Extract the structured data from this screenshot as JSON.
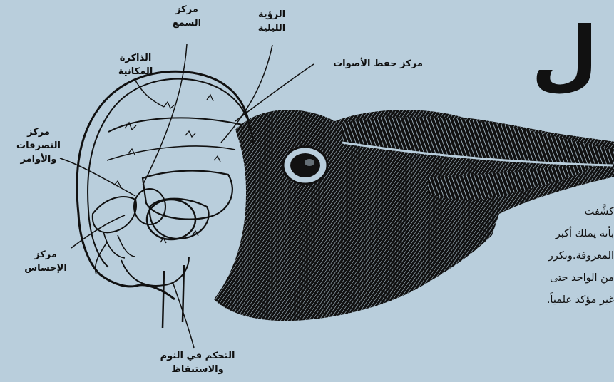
{
  "labels": {
    "hearing": "مركز\nالسمع",
    "night_vision": "الرؤية\nالليلية",
    "spatial_memory": "الذاكرة\nالمكانية",
    "sound_memory": "مركز حفظ الأصوات",
    "behavior": "مركز\nالتصرفات\nوالأوامر",
    "sensation": "مركز\nالإحساس",
    "sleep": "التحكم في النوم\nوالاستيقاظ"
  },
  "heading_fragment": "؟ ل",
  "body_lines": [
    "كشَّفت",
    "بأنه يملك أكبر",
    "المعروفة.وتكرر",
    "من الواحد حتى",
    "غير مؤكد علمياً."
  ],
  "colors": {
    "background": "#b9cedc",
    "ink": "#111111"
  }
}
